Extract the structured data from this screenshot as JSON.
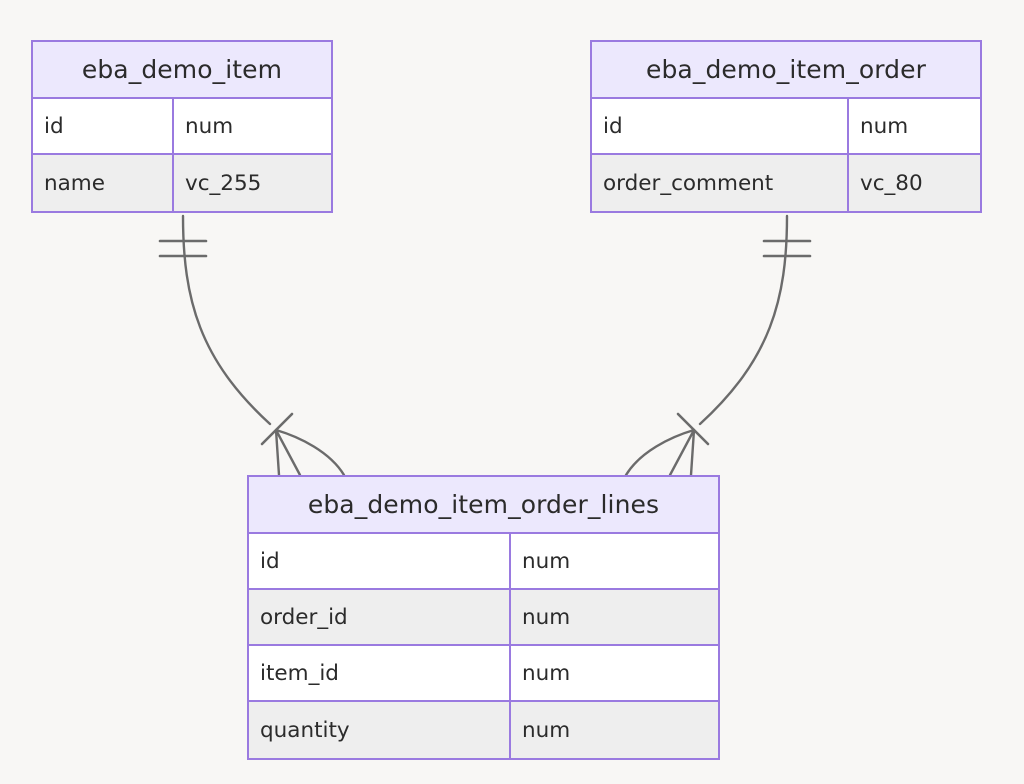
{
  "diagram": {
    "type": "entity-relationship-diagram",
    "notation": "crow-foot",
    "background_color": "#f8f7f5",
    "entity_border_color": "#9a7ae0",
    "entity_header_color": "#ece8fd",
    "row_alt_color": "#eeeeee",
    "connector_color": "#6b6b6b",
    "entities": [
      {
        "id": "eba_demo_item",
        "title": "eba_demo_item",
        "attributes": [
          {
            "name": "id",
            "type": "num"
          },
          {
            "name": "name",
            "type": "vc_255"
          }
        ]
      },
      {
        "id": "eba_demo_item_order",
        "title": "eba_demo_item_order",
        "attributes": [
          {
            "name": "id",
            "type": "num"
          },
          {
            "name": "order_comment",
            "type": "vc_80"
          }
        ]
      },
      {
        "id": "eba_demo_item_order_lines",
        "title": "eba_demo_item_order_lines",
        "attributes": [
          {
            "name": "id",
            "type": "num"
          },
          {
            "name": "order_id",
            "type": "num"
          },
          {
            "name": "item_id",
            "type": "num"
          },
          {
            "name": "quantity",
            "type": "num"
          }
        ]
      }
    ],
    "relationships": [
      {
        "id": "item-to-order-lines",
        "from": "eba_demo_item",
        "to": "eba_demo_item_order_lines",
        "from_cardinality": "exactly-one",
        "to_cardinality": "one-or-many"
      },
      {
        "id": "order-to-order-lines",
        "from": "eba_demo_item_order",
        "to": "eba_demo_item_order_lines",
        "from_cardinality": "exactly-one",
        "to_cardinality": "one-or-many"
      }
    ]
  }
}
